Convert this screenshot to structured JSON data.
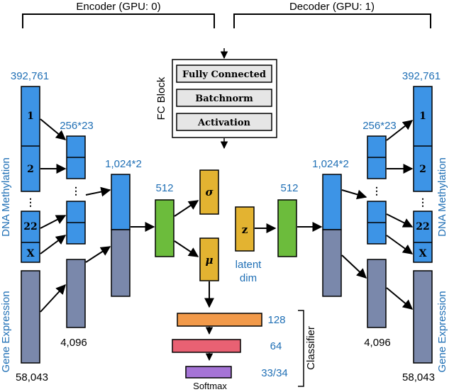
{
  "header": {
    "encoder": "Encoder (GPU: 0)",
    "decoder": "Decoder (GPU: 1)"
  },
  "fc_block": {
    "label": "FC Block",
    "items": [
      "Fully Connected",
      "Batchnorm",
      "Activation"
    ]
  },
  "encoder": {
    "methylation_dim": "392,761",
    "chrom_dim": "256*23",
    "concat_dim": "1,024*2",
    "hidden_dim": "512",
    "expression_hidden_dim": "4,096",
    "expression_dim": "58,043",
    "segments": [
      "1",
      "2",
      "⋮",
      "22",
      "X"
    ],
    "methylation_label": "DNA Methylation",
    "expression_label": "Gene Expression"
  },
  "latent": {
    "sigma": "σ",
    "mu": "μ",
    "z": "z",
    "dim_label_1": "latent",
    "dim_label_2": "dim"
  },
  "decoder": {
    "hidden_dim": "512",
    "concat_dim": "1,024*2",
    "chrom_dim": "256*23",
    "methylation_dim": "392,761",
    "expression_hidden_dim": "4,096",
    "expression_dim": "58,043",
    "segments": [
      "1",
      "2",
      "⋮",
      "22",
      "X"
    ],
    "methylation_label": "DNA Methylation",
    "expression_label": "Gene Expression"
  },
  "classifier": {
    "label": "Classifier",
    "dims": [
      "128",
      "64",
      "33/34"
    ],
    "softmax": "Softmax"
  },
  "colors": {
    "methylation": "#3d94e6",
    "expression": "#7a88ab",
    "hidden": "#6cbc3c",
    "latent": "#e3b331",
    "classifier_1": "#f29a4a",
    "classifier_2": "#e96173",
    "softmax": "#a574d6",
    "text_blue": "#1f6fb5"
  }
}
